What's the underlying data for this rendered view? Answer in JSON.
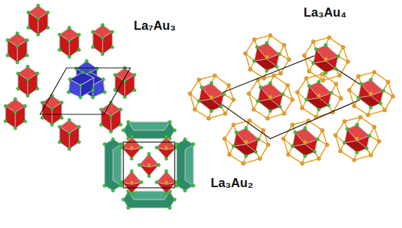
{
  "diagram": {
    "labels": [
      "La₇Au₃",
      "La₃Au₄",
      "La₃Au₂"
    ]
  }
}
